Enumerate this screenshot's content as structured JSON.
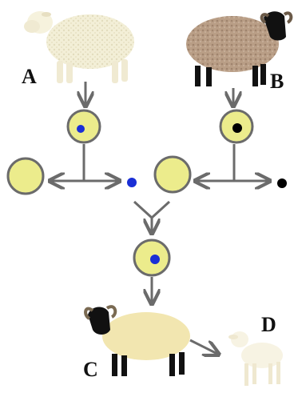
{
  "labels": {
    "a": "A",
    "b": "B",
    "c": "C",
    "d": "D"
  },
  "colors": {
    "cell_fill": "#ecec8c",
    "cell_stroke": "#6b6b6b",
    "blue_nucleus": "#1a2fd6",
    "black_nucleus": "#000000",
    "arrow": "#6b6b6b"
  }
}
